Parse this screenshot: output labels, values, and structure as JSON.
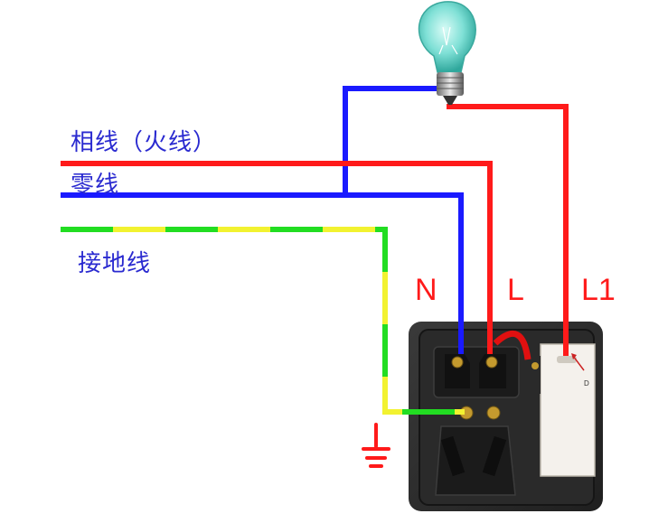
{
  "labels": {
    "phase_wire": "相线（火线）",
    "neutral_wire": "零线",
    "ground_wire": "接地线",
    "terminal_n": "N",
    "terminal_l": "L",
    "terminal_l1": "L1",
    "switch_mark": "D"
  },
  "colors": {
    "phase": "#ff1a1a",
    "neutral": "#1a1aff",
    "ground_green": "#22dd22",
    "ground_yellow": "#f2f230",
    "label_blue": "#2a2ad0",
    "terminal_red": "#ff1a1a",
    "panel": "#2c2c2c",
    "bulb_glass": "#7fe0d6"
  },
  "icons": {
    "lamp": "light-bulb-icon",
    "earth": "ground-symbol-icon"
  }
}
